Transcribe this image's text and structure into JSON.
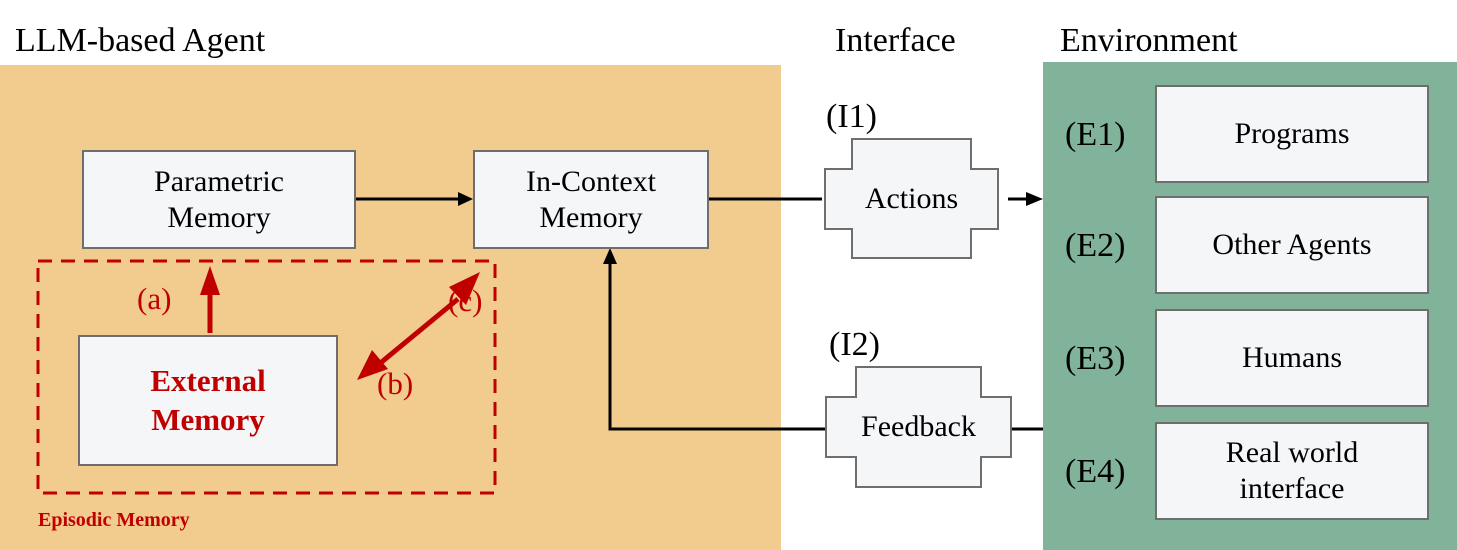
{
  "titles": {
    "agent": "LLM-based Agent",
    "interface": "Interface",
    "environment": "Environment"
  },
  "agent": {
    "parametric_memory": "Parametric\nMemory",
    "in_context_memory": "In-Context\nMemory",
    "external_memory": "External\nMemory",
    "episodic_memory_label": "Episodic Memory",
    "edge_labels": {
      "a": "(a)",
      "b": "(b)",
      "c": "(c)"
    }
  },
  "interface": {
    "actions": {
      "id": "(I1)",
      "label": "Actions"
    },
    "feedback": {
      "id": "(I2)",
      "label": "Feedback"
    }
  },
  "environment": {
    "items": [
      {
        "id": "(E1)",
        "label": "Programs"
      },
      {
        "id": "(E2)",
        "label": "Other Agents"
      },
      {
        "id": "(E3)",
        "label": "Humans"
      },
      {
        "id": "(E4)",
        "label": "Real world\ninterface"
      }
    ]
  },
  "colors": {
    "agent_panel": "#F2CB8E",
    "environment_panel": "#80B39A",
    "box_fill": "#F5F6F8",
    "episodic_red": "#C00000"
  }
}
